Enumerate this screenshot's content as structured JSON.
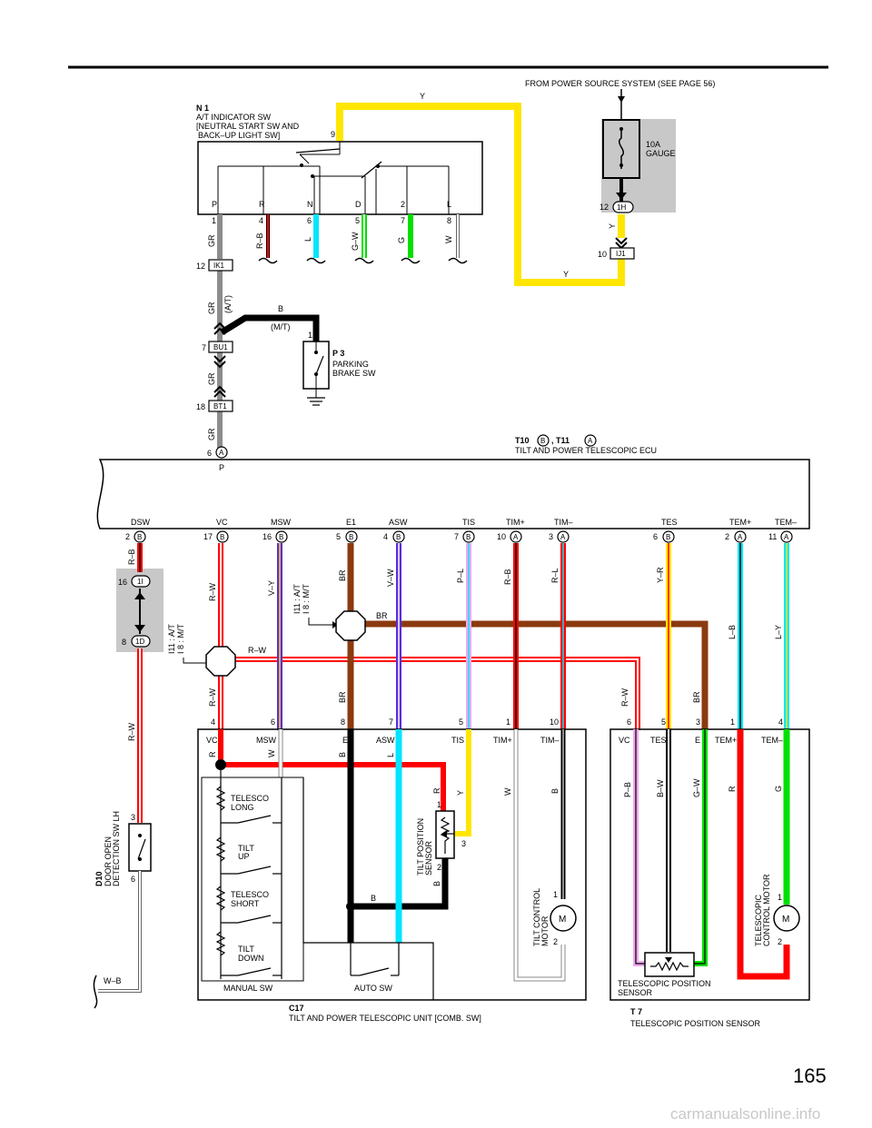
{
  "header": {
    "power_source": "FROM POWER SOURCE SYSTEM (SEE PAGE 56)",
    "fuse_rating": "10A",
    "fuse_name": "GAUGE",
    "page_number": "165",
    "watermark": "carmanualsonline.info"
  },
  "n1": {
    "code": "N 1",
    "name_line1": "A/T INDICATOR SW",
    "name_line2": "[NEUTRAL START SW AND",
    "name_line3": "BACK–UP LIGHT SW]",
    "pin_top": "9",
    "positions": [
      "P",
      "R",
      "N",
      "D",
      "2",
      "L"
    ],
    "pins": [
      "1",
      "4",
      "6",
      "5",
      "7",
      "8"
    ],
    "wires": [
      "GR",
      "R–B",
      "L",
      "G–W",
      "G",
      "W"
    ]
  },
  "p3": {
    "code": "P 3",
    "name_line1": "PARKING",
    "name_line2": "BRAKE SW",
    "pin": "1"
  },
  "connectors": {
    "ik1": {
      "label": "IK1",
      "pin": "12"
    },
    "bu1": {
      "label": "BU1",
      "pin": "7"
    },
    "bt1": {
      "label": "BT1",
      "pin": "18"
    },
    "hh1": {
      "label": "1H",
      "pin": "12"
    },
    "ij1": {
      "label": "IJ1",
      "pin": "10"
    },
    "i1": {
      "label": "1I",
      "pin": "16"
    },
    "d1": {
      "label": "1D",
      "pin": "8"
    },
    "a6": {
      "label": "A",
      "pin": "6"
    }
  },
  "wires": {
    "y": "Y",
    "gr": "GR",
    "b": "B",
    "at": "(A/T)",
    "mt": "(M/T)",
    "p": "P",
    "rb": "R–B",
    "rw": "R–W",
    "vy": "V–Y",
    "br": "BR",
    "vw": "V–W",
    "pl": "P–L",
    "rl": "R–L",
    "yr": "Y–R",
    "lb": "L–B",
    "ly": "L–Y",
    "wb": "W–B",
    "r": "R",
    "w": "W",
    "l": "L",
    "g": "G",
    "pb": "P–B",
    "bw": "B–W",
    "gw": "G–W"
  },
  "ecu": {
    "t10": "T10",
    "t11": ", T11",
    "b": "B",
    "a": "A",
    "name": "TILT AND POWER TELESCOPIC ECU",
    "terms": [
      "DSW",
      "VC",
      "MSW",
      "E1",
      "ASW",
      "TIS",
      "TIM+",
      "TIM–",
      "TES",
      "TEM+",
      "TEM–"
    ],
    "pins": [
      "2",
      "17",
      "16",
      "5",
      "4",
      "7",
      "10",
      "3",
      "6",
      "2",
      "11"
    ],
    "conns": [
      "B",
      "B",
      "B",
      "B",
      "B",
      "B",
      "A",
      "A",
      "B",
      "A",
      "A"
    ]
  },
  "junctions": {
    "j1_line1": "I11 : A/T",
    "j1_line2": "I 8 : M/T",
    "j2_line1": "I11 : A/T",
    "j2_line2": "I 8 : M/T"
  },
  "d10": {
    "code": "D10",
    "name_line1": "DOOR OPEN",
    "name_line2": "DETECTION SW LH",
    "pin_top": "3",
    "pin_bottom": "6"
  },
  "c17": {
    "code": "C17",
    "name": "TILT AND POWER TELESCOPIC UNIT [COMB.  SW]",
    "pins": [
      "4",
      "6",
      "8",
      "7",
      "5",
      "1",
      "10"
    ],
    "terms": [
      "VC",
      "MSW",
      "E",
      "ASW",
      "TIS",
      "TIM+",
      "TIM–"
    ],
    "sw1_l1": "TELESCO",
    "sw1_l2": "LONG",
    "sw2_l1": "TILT",
    "sw2_l2": "UP",
    "sw3_l1": "TELESCO",
    "sw3_l2": "SHORT",
    "sw4_l1": "TILT",
    "sw4_l2": "DOWN",
    "manual": "MANUAL SW",
    "auto": "AUTO SW",
    "sensor_l1": "TILT POSITION",
    "sensor_l2": "SENSOR",
    "motor_l1": "TILT CONTROL",
    "motor_l2": "MOTOR",
    "m": "M",
    "p1": "1",
    "p2": "2",
    "p3": "3"
  },
  "t7": {
    "code": "T 7",
    "name": "TELESCOPIC POSITION SENSOR",
    "pins": [
      "6",
      "5",
      "3",
      "1",
      "4"
    ],
    "terms": [
      "VC",
      "TES",
      "E",
      "TEM+",
      "TEM–"
    ],
    "sensor_l1": "TELESCOPIC POSITION",
    "sensor_l2": "SENSOR",
    "motor_l1": "TELESCOPIC",
    "motor_l2": "CONTROL MOTOR",
    "m": "M",
    "p1": "1",
    "p2": "2"
  },
  "colors": {
    "yellow": "#ffe600",
    "gray": "#8c8c8c",
    "red": "#ff0000",
    "blue": "#5a2be0",
    "brown": "#8b3a0f",
    "cyan": "#00e5ff",
    "green": "#00e000",
    "pink": "#f0a8f0",
    "shade": "#c8c8c8"
  }
}
